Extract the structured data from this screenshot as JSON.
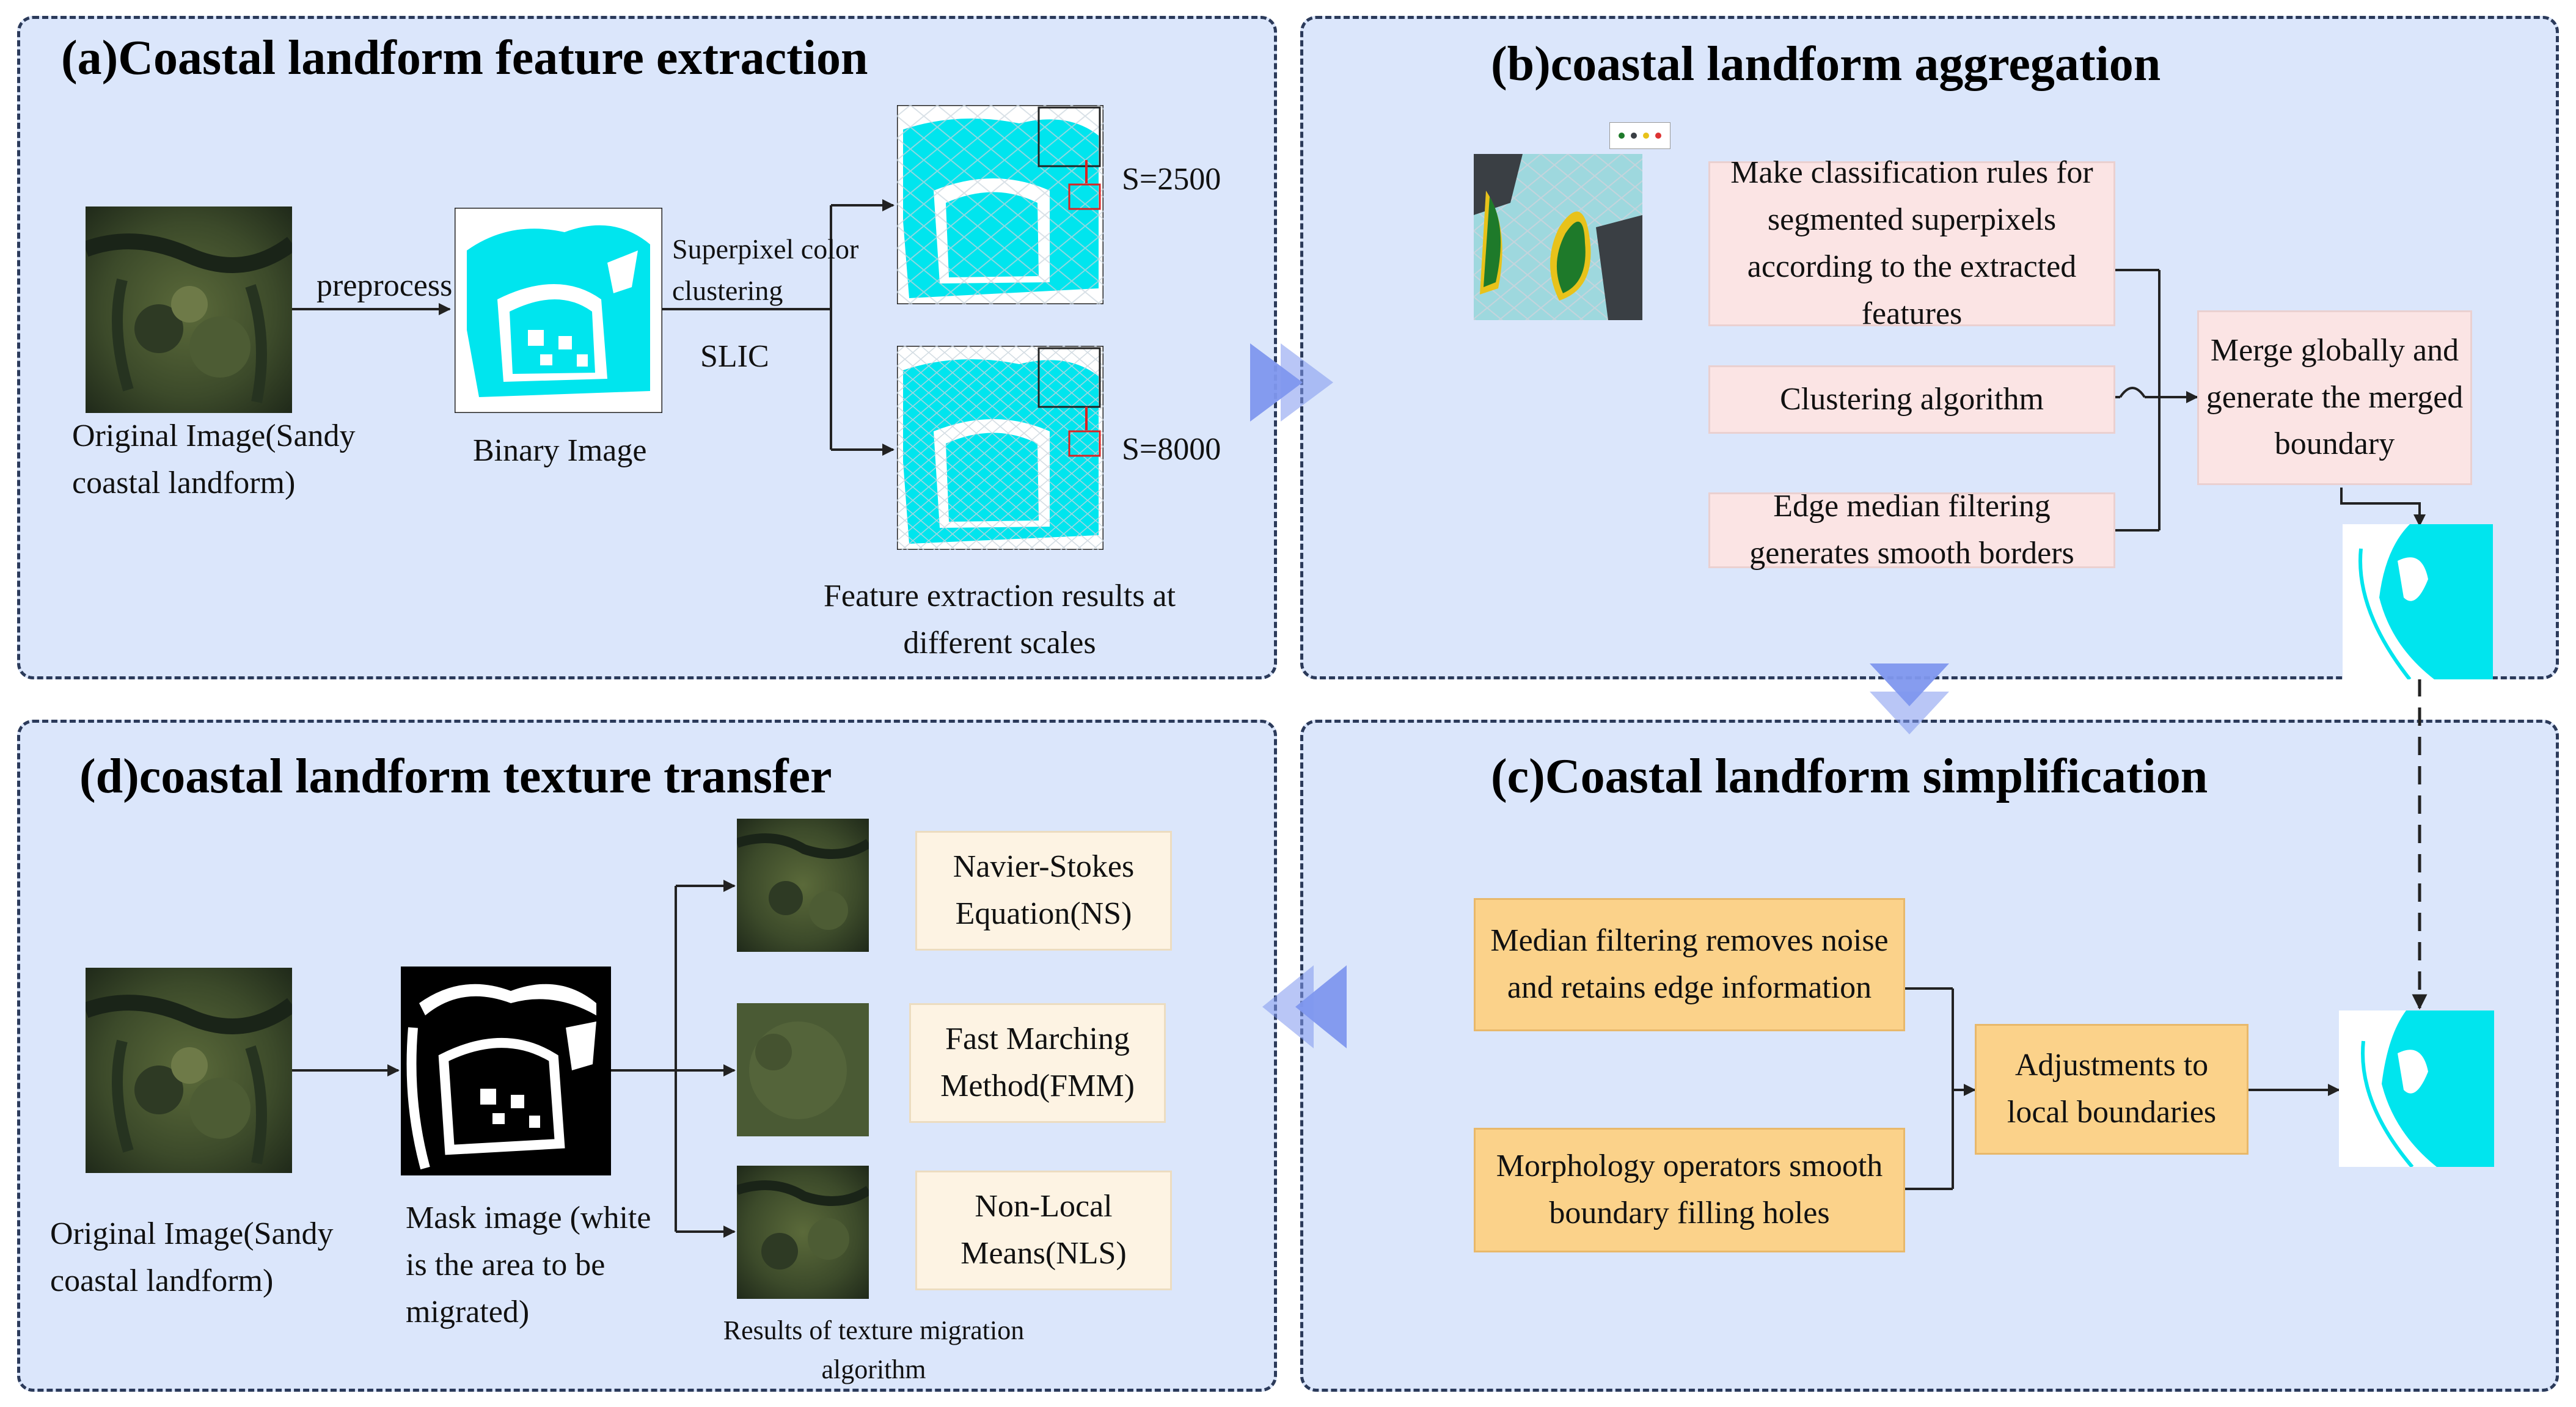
{
  "panel_a": {
    "title": "(a)Coastal landform feature extraction",
    "original_label": "Original Image(Sandy coastal landform)",
    "preprocess_label": "preprocess",
    "binary_label": "Binary Image",
    "superpixel_label": "Superpixel color clustering",
    "slic_label": "SLIC",
    "s1_label": "S=2500",
    "s2_label": "S=8000",
    "result_label": "Feature extraction results at different scales"
  },
  "panel_b": {
    "title": "(b)coastal landform aggregation",
    "rule_box": "Make classification rules for segmented superpixels according to the extracted features",
    "cluster_box": "Clustering algorithm",
    "edge_box": "Edge median filtering generates smooth borders",
    "merge_box": "Merge globally and generate the merged boundary"
  },
  "panel_c": {
    "title": "(c)Coastal landform simplification",
    "median_box": "Median filtering removes noise and retains edge information",
    "morph_box": "Morphology operators smooth boundary filling holes",
    "adjust_box": "Adjustments to local boundaries"
  },
  "panel_d": {
    "title": "(d)coastal landform texture transfer",
    "original_label": "Original Image(Sandy coastal landform)",
    "mask_label": "Mask image (white is the area to be migrated)",
    "ns_box": "Navier-Stokes Equation(NS)",
    "fmm_box": "Fast Marching Method(FMM)",
    "nls_box": "Non-Local Means(NLS)",
    "results_label": "Results of texture migration algorithm"
  },
  "colors": {
    "panel_bg": "#dbe6fb",
    "border": "#2b3a5a",
    "cyan": "#00e5ee",
    "chevron": "#7f97ee",
    "pink_box": "#fbe4e4",
    "orange_box": "#fbd28a",
    "cream_box": "#fdf3e3"
  }
}
